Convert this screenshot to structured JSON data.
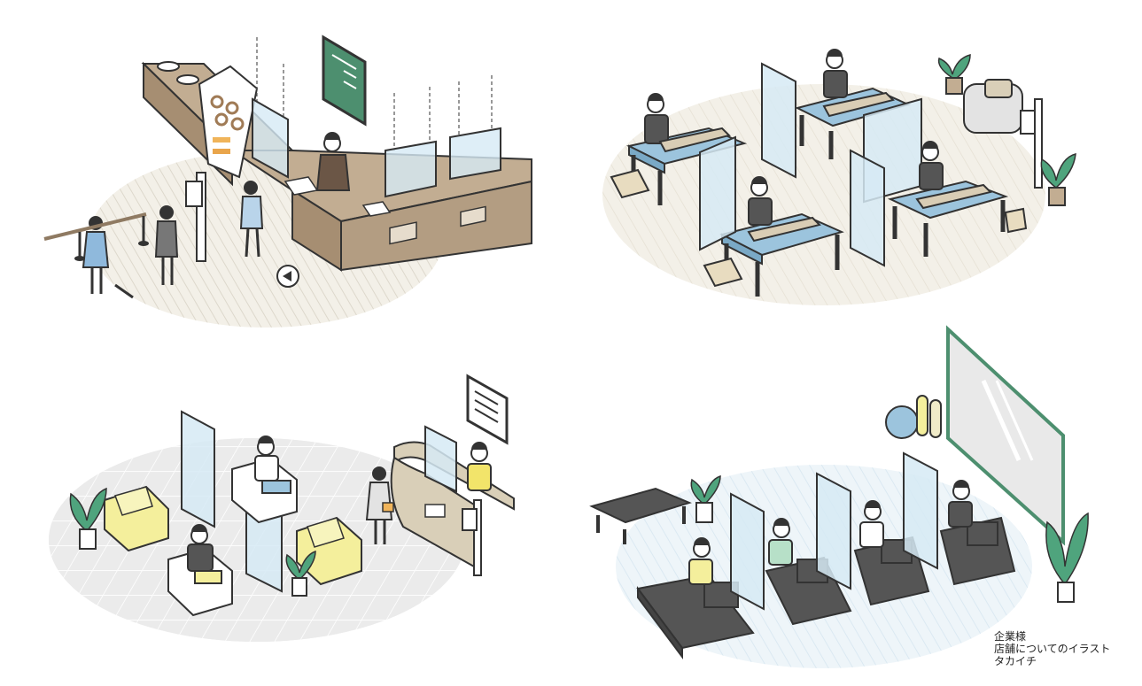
{
  "credit": {
    "line1": "企業様",
    "line2": "店舗についてのイラスト",
    "line3": "タカイチ"
  },
  "colors": {
    "line": "#333333",
    "wood": "#b39d82",
    "wood_dark": "#8f7a62",
    "glass": "#d6eaf5",
    "bed_blue": "#9cc4dd",
    "sofa_yellow": "#f4ef9c",
    "treadmill": "#555555",
    "floor_beige": "#efece3",
    "floor_gray": "#ebebeb",
    "floor_blue": "#eaf3f8",
    "leaf_green": "#4fa47d",
    "board_green": "#4d8f6f"
  },
  "scenes": [
    {
      "id": "cafe-counter"
    },
    {
      "id": "massage-room"
    },
    {
      "id": "waiting-lobby"
    },
    {
      "id": "gym-treadmills"
    }
  ]
}
